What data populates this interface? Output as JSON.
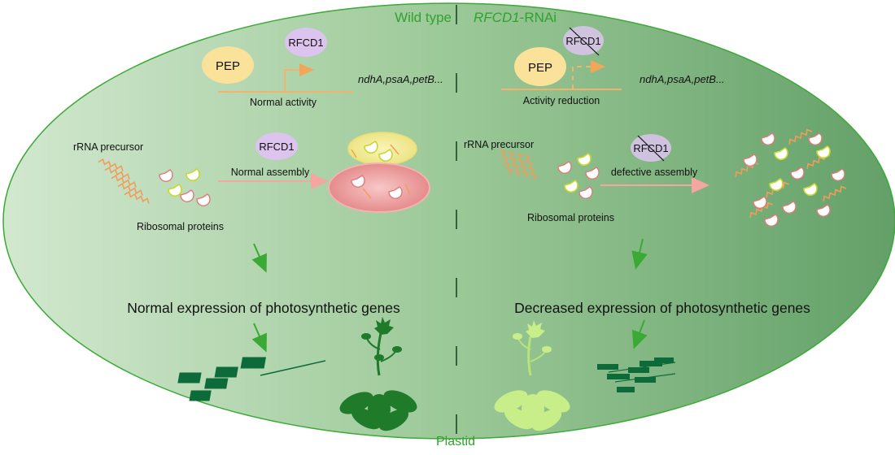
{
  "headers": {
    "wild_type": "Wild type",
    "rnai_gene": "RFCD1",
    "rnai_suffix": "-RNAi",
    "plastid": "Plastid"
  },
  "wild_type": {
    "pep": "PEP",
    "rfcd1_top": "RFCD1",
    "genes": "ndhA,psaA,petB...",
    "transcription_note": "Normal activity",
    "rrna": "rRNA precursor",
    "rfcd1_mid": "RFCD1",
    "assembly_note": "Normal assembly",
    "ribosomal": "Ribosomal proteins",
    "outcome": "Normal expression of photosynthetic genes"
  },
  "rnai": {
    "pep": "PEP",
    "rfcd1_top": "RFCD1",
    "genes": "ndhA,psaA,petB...",
    "transcription_note": "Activity reduction",
    "rrna": "rRNA precursor",
    "rfcd1_mid": "RFCD1",
    "assembly_note": "defective assembly",
    "ribosomal": "Ribosomal proteins",
    "outcome": "Decreased expression of photosynthetic genes"
  },
  "colors": {
    "header_green": "#2fa32f",
    "pep_fill": "#fbe29a",
    "rfcd1_fill": "#dcc4ee",
    "rrna_orange": "#f39c5a",
    "arrow_green": "#3aaa35",
    "thylakoid_dark": "#0d6b3a",
    "plant_dark": "#1f7a2a",
    "plant_pale": "#c8ee8a"
  }
}
